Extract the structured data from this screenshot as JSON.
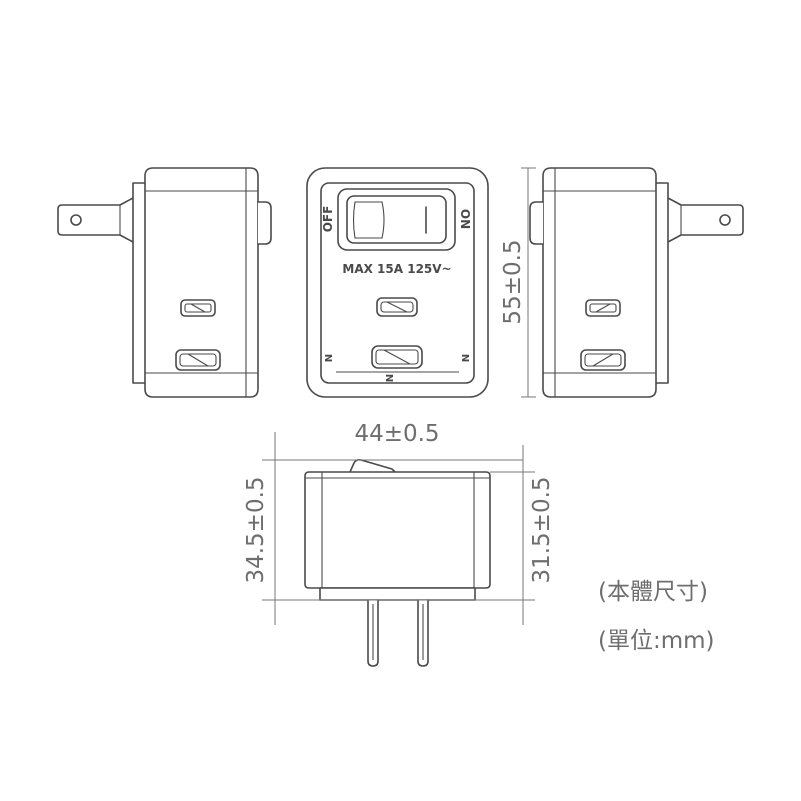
{
  "front_view": {
    "off_label": "OFF",
    "on_label": "ON",
    "rating_label": "MAX 15A 125V~",
    "neutral_marks": [
      "N",
      "N",
      "N"
    ]
  },
  "dimensions": {
    "height": "55±0.5",
    "width": "44±0.5",
    "depth_total": "34.5±0.5",
    "depth_body": "31.5±0.5"
  },
  "notes": {
    "body_size": "(本體尺寸)",
    "unit": "(單位:mm)"
  },
  "colors": {
    "line": "#4a4a4a",
    "dimension_text": "#6e6e6e",
    "background": "#ffffff"
  }
}
